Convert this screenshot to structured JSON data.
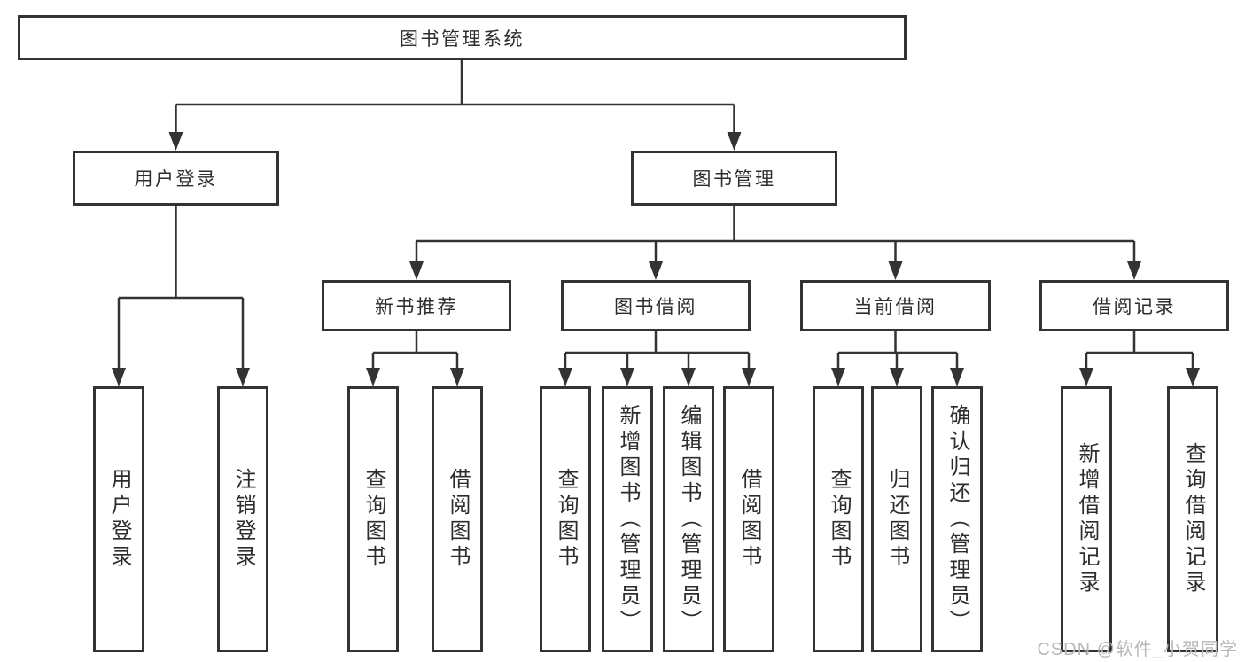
{
  "diagram": {
    "root": {
      "label": "图书管理系统"
    },
    "branches": [
      {
        "label": "用户登录",
        "children": [
          {
            "label": "用户登录"
          },
          {
            "label": "注销登录"
          }
        ]
      },
      {
        "label": "图书管理",
        "sections": [
          {
            "label": "新书推荐",
            "children": [
              {
                "label": "查询图书"
              },
              {
                "label": "借阅图书"
              }
            ]
          },
          {
            "label": "图书借阅",
            "children": [
              {
                "label": "查询图书"
              },
              {
                "label": "新增图书（管理员）"
              },
              {
                "label": "编辑图书（管理员）"
              },
              {
                "label": "借阅图书"
              }
            ]
          },
          {
            "label": "当前借阅",
            "children": [
              {
                "label": "查询图书"
              },
              {
                "label": "归还图书"
              },
              {
                "label": "确认归还（管理员）"
              }
            ]
          },
          {
            "label": "借阅记录",
            "children": [
              {
                "label": "新增借阅记录"
              },
              {
                "label": "查询借阅记录"
              }
            ]
          }
        ]
      }
    ]
  },
  "watermark": {
    "text": "CSDN @软件_小贺同学"
  },
  "colors": {
    "line": "#333333",
    "text": "#2d2d2d",
    "watermark": "#b8b8b8",
    "background": "#ffffff"
  }
}
